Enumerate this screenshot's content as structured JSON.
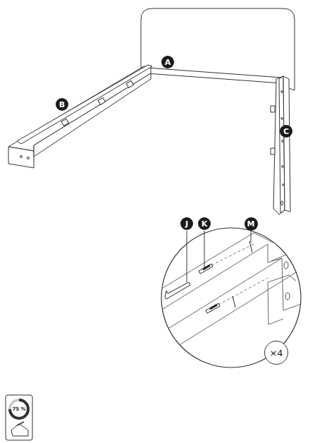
{
  "diagram": {
    "nodes": [
      {
        "text": [
          "A"
        ]
      },
      {
        "text": [
          "B"
        ]
      },
      {
        "text": [
          "C"
        ]
      },
      {
        "text": [
          "J"
        ]
      },
      {
        "text": [
          "K"
        ]
      },
      {
        "text": [
          "M"
        ]
      },
      {
        "text": [
          "×4"
        ]
      }
    ],
    "labels": [
      "75 %"
    ]
  }
}
